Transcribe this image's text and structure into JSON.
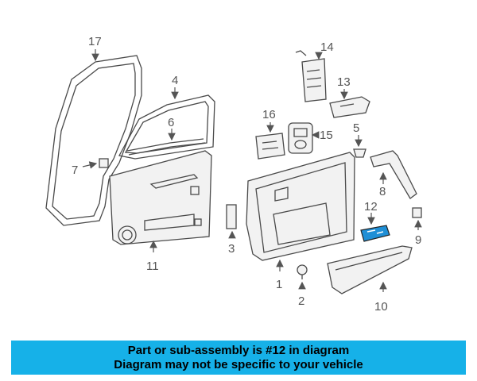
{
  "callouts": {
    "n1": "1",
    "n2": "2",
    "n3": "3",
    "n4": "4",
    "n5": "5",
    "n6": "6",
    "n7": "7",
    "n8": "8",
    "n9": "9",
    "n10": "10",
    "n11": "11",
    "n12": "12",
    "n13": "13",
    "n14": "14",
    "n15": "15",
    "n16": "16",
    "n17": "17"
  },
  "banner": {
    "line1": "Part or sub-assembly is #12 in diagram",
    "line2": "Diagram may not be specific to your vehicle"
  },
  "colors": {
    "banner_bg": "#16b1e8",
    "highlight_part": "#1f8fd6"
  }
}
